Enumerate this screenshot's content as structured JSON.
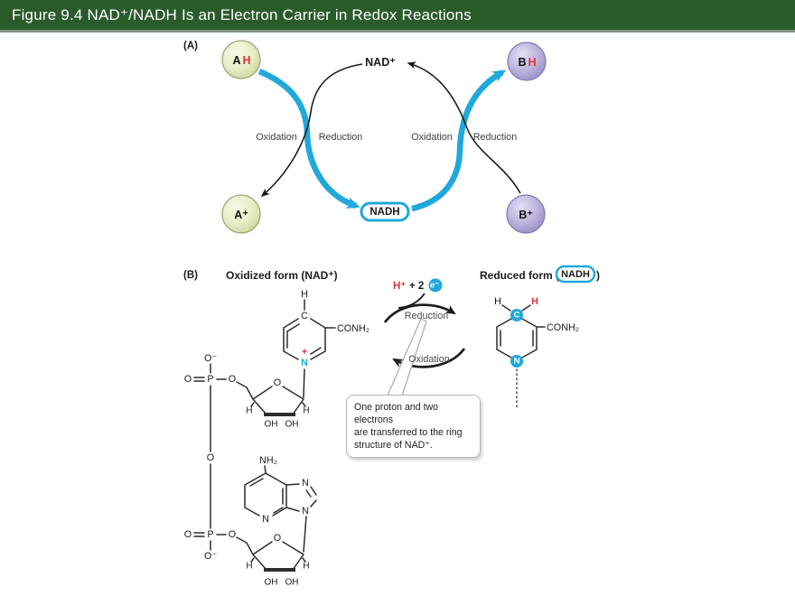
{
  "title_bar": {
    "title": "Figure 9.4  NAD⁺/NADH Is an Electron Carrier in Redox Reactions"
  },
  "colors": {
    "header_green": "#2B5B2B",
    "cyan": "#1FA8DC",
    "red": "#D93434",
    "green_sphere": "#E9ECC6",
    "purple_sphere": "#BDB2DC"
  },
  "panel_a": {
    "label": "(A)",
    "nad_plus": "NAD⁺",
    "nadh": "NADH",
    "oxidation": "Oxidation",
    "reduction": "Reduction",
    "mol_a": "A",
    "mol_b": "B",
    "mol_h": "H",
    "a_plus": "A⁺",
    "b_plus": "B⁺"
  },
  "panel_b": {
    "label": "(B)",
    "oxidized_title": "Oxidized form (NAD⁺)",
    "reduced_title_open": "Reduced form (",
    "reduced_nadh": "NADH",
    "reduced_title_close": ")",
    "h_plus": "H⁺",
    "plus_two": "+ 2",
    "electron": "e⁻",
    "reduction": "Reduction",
    "oxidation": "Oxidation",
    "callout": {
      "line1": "One proton and two electrons",
      "line2": "are transferred to the ring",
      "line3": "structure of NAD⁺."
    },
    "atoms": {
      "h": "H",
      "c": "C",
      "n": "N",
      "o": "O",
      "p": "P",
      "o_minus": "O⁻",
      "oh": "OH",
      "nh2": "NH₂",
      "conh2": "CONH₂",
      "plus": "+"
    }
  }
}
